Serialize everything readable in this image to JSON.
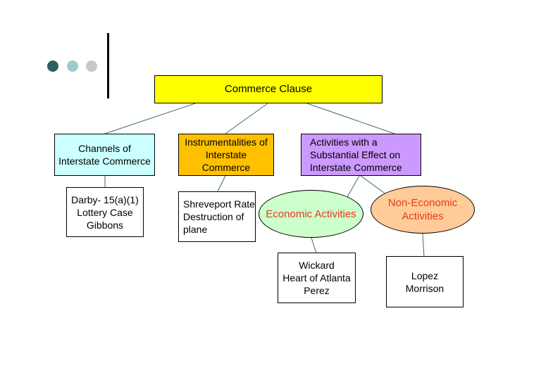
{
  "colors": {
    "root_fill": "#ffff00",
    "channels_fill": "#ccffff",
    "instrumentalities_fill": "#ffc000",
    "activities_fill": "#cc99ff",
    "economic_fill": "#ccffcc",
    "non_economic_fill": "#ffcc99",
    "ellipse_text": "#e53a1a",
    "connector": "#3a6b6b",
    "dot_dark": "#2f5f5f",
    "dot_mid": "#9ccbd0",
    "dot_light": "#c8c8c8"
  },
  "diagram": {
    "root": "Commerce Clause",
    "channels": "Channels of\nInterstate Commerce",
    "channels_cases": "Darby- 15(a)(1)\nLottery Case\nGibbons",
    "instrumentalities": "Instrumentalities of\nInterstate\nCommerce",
    "instrumentalities_cases": "Shreveport Rate\nDestruction of\nplane",
    "activities": "Activities with a\nSubstantial Effect on\nInterstate Commerce",
    "economic": "Economic Activities",
    "economic_cases": "Wickard\nHeart of Atlanta\nPerez",
    "non_economic": "Non-Economic\nActivities",
    "non_economic_cases": "Lopez\nMorrison"
  }
}
